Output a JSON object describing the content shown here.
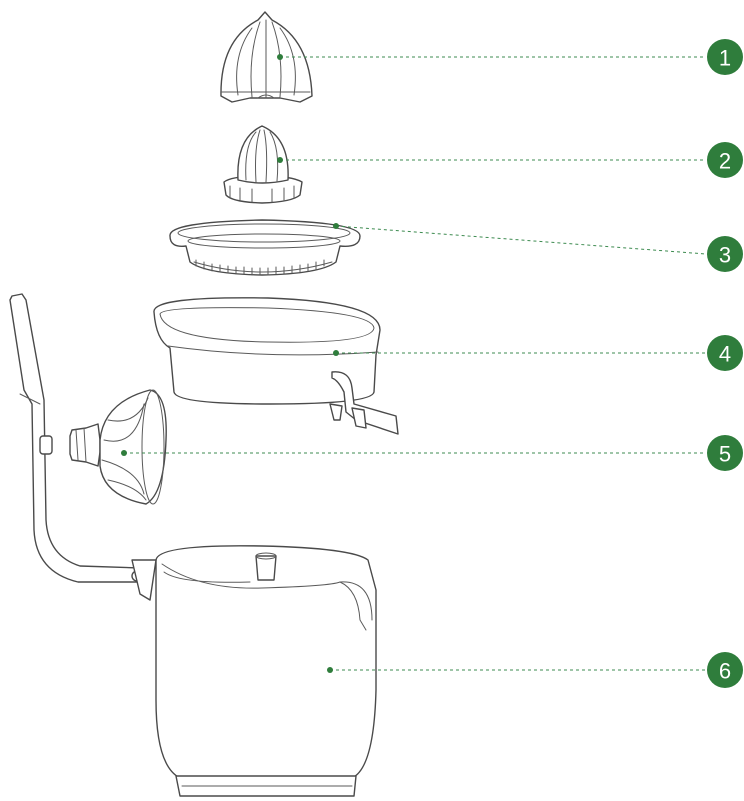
{
  "callouts": [
    {
      "number": "1",
      "part": "large-reamer-cone"
    },
    {
      "number": "2",
      "part": "small-reamer-cone"
    },
    {
      "number": "3",
      "part": "strainer-filter"
    },
    {
      "number": "4",
      "part": "juice-collector-with-spout"
    },
    {
      "number": "5",
      "part": "press-dome"
    },
    {
      "number": "6",
      "part": "base-with-lever-arm"
    }
  ],
  "colors": {
    "badge": "#2f7d3c",
    "leader": "#3d8b50",
    "outline": "#4a4a4a"
  }
}
